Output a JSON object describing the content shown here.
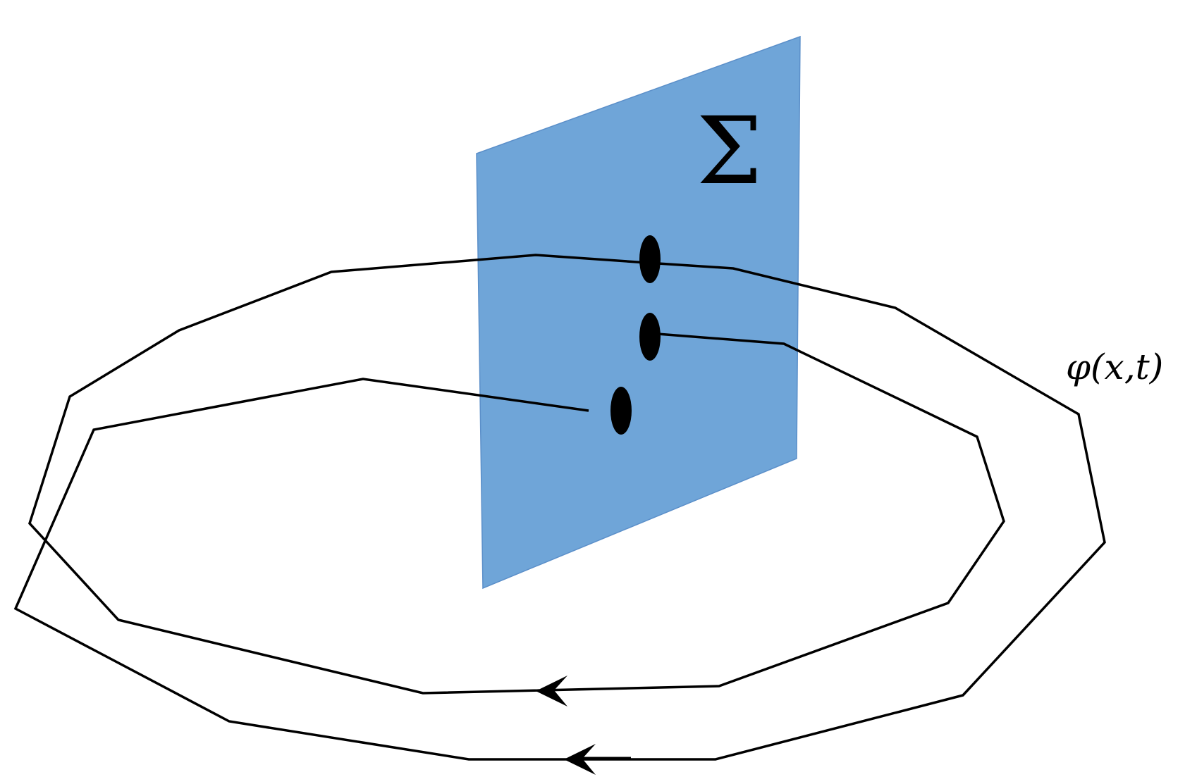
{
  "labels": {
    "section": "Σ",
    "trajectory": "φ(x,t)"
  },
  "colors": {
    "section_plane": "#6fa5d8",
    "stroke": "#000000"
  },
  "elements": {
    "intersection_points": 3,
    "direction_arrows": 2
  }
}
